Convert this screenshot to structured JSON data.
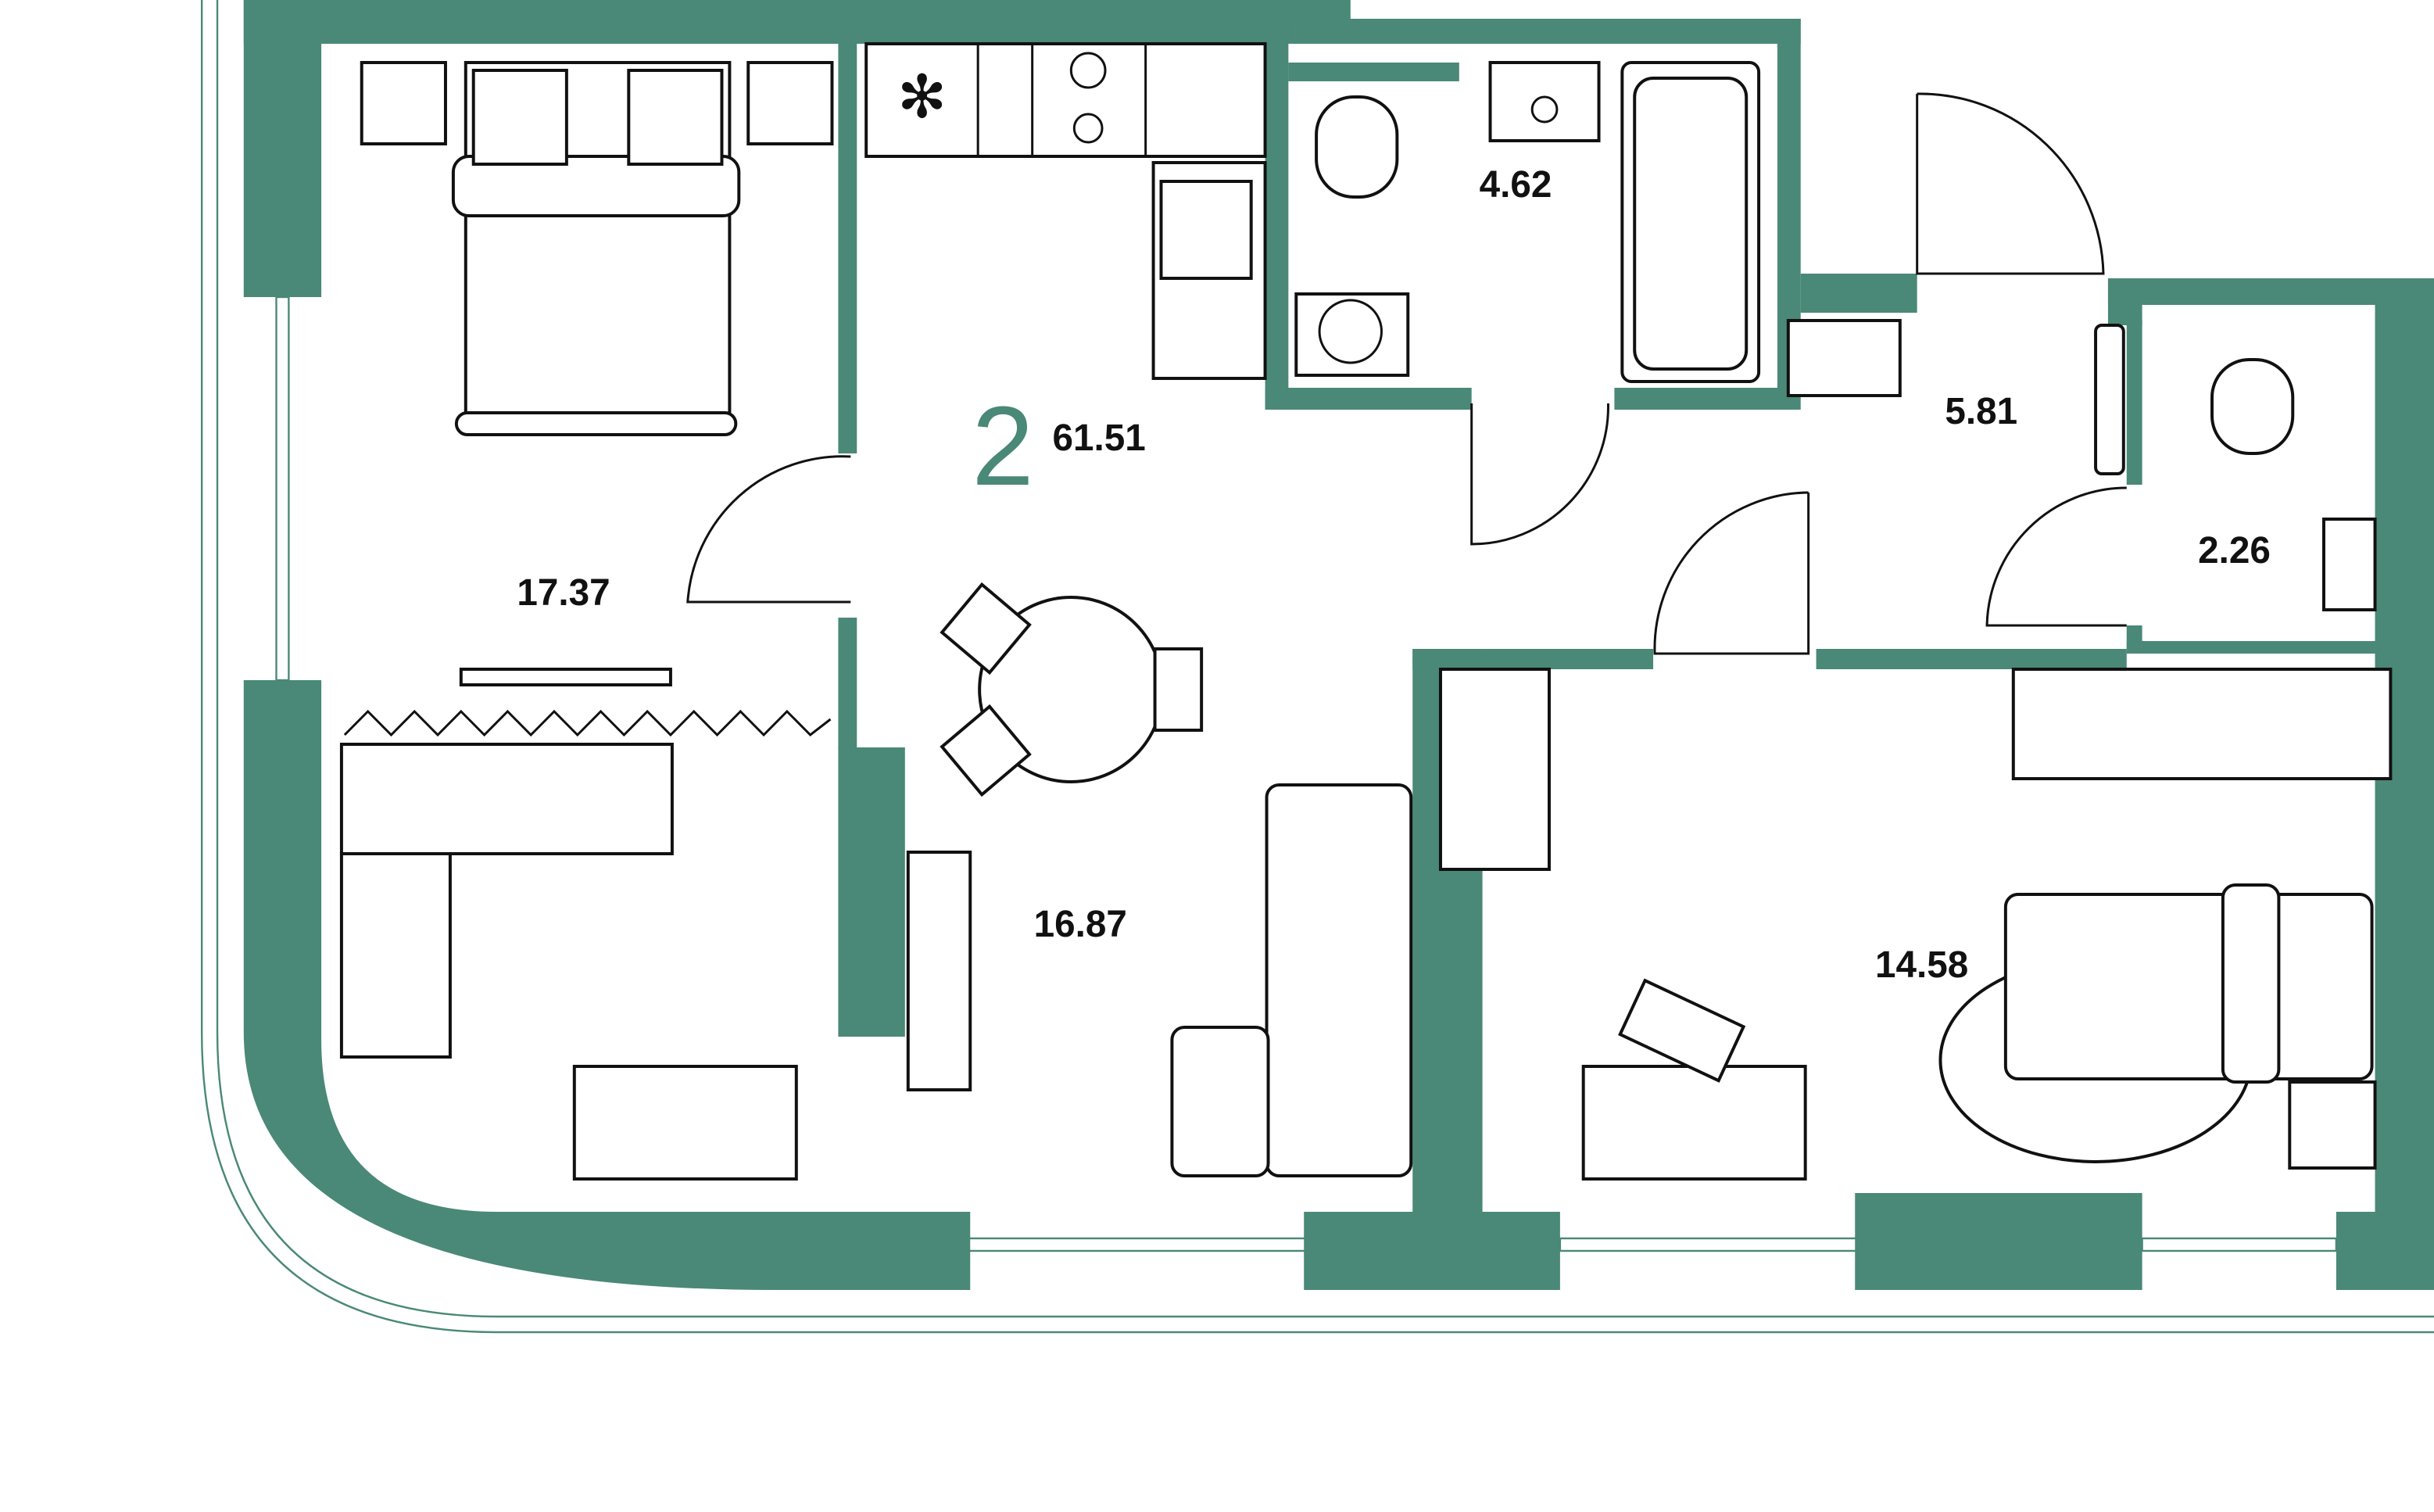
{
  "plan": {
    "rooms_count": "2",
    "total_area": "61.51",
    "wall_color": "#4a8877",
    "rooms": [
      {
        "id": "bedroom",
        "area": "17.37"
      },
      {
        "id": "living-kitchen",
        "area": "16.87"
      },
      {
        "id": "bathroom",
        "area": "4.62"
      },
      {
        "id": "hallway",
        "area": "5.81"
      },
      {
        "id": "toilet",
        "area": "2.26"
      },
      {
        "id": "bedroom-2",
        "area": "14.58"
      }
    ]
  }
}
